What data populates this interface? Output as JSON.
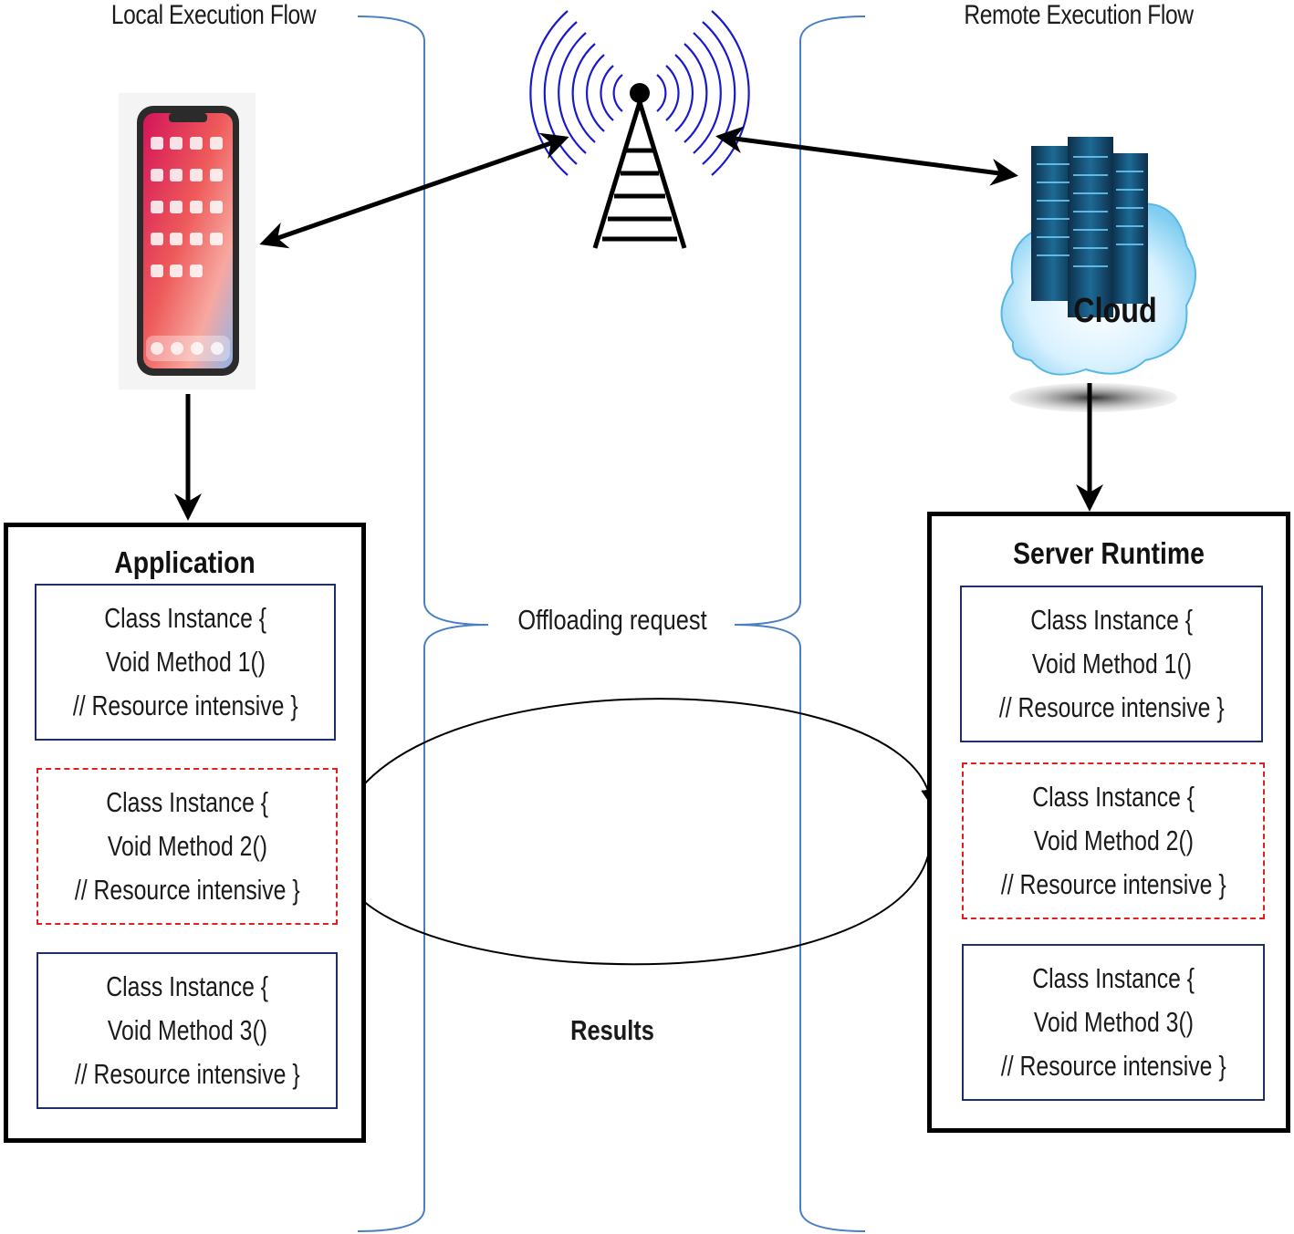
{
  "headers": {
    "local": "Local Execution Flow",
    "remote": "Remote Execution Flow"
  },
  "labels": {
    "offloading": "Offloading request",
    "results": "Results",
    "cloud": "Cloud"
  },
  "application": {
    "title": "Application",
    "cards": [
      {
        "line1": "Class Instance {",
        "line2": "Void Method 1()",
        "line3": "// Resource intensive }",
        "style": "solid"
      },
      {
        "line1": "Class Instance {",
        "line2": "Void Method 2()",
        "line3": "// Resource intensive }",
        "style": "dashed"
      },
      {
        "line1": "Class Instance {",
        "line2": "Void Method 3()",
        "line3": "// Resource intensive }",
        "style": "solid"
      }
    ]
  },
  "server": {
    "title": "Server Runtime",
    "cards": [
      {
        "line1": "Class Instance {",
        "line2": "Void Method 1()",
        "line3": "// Resource intensive }",
        "style": "solid"
      },
      {
        "line1": "Class Instance {",
        "line2": "Void Method 2()",
        "line3": "// Resource intensive }",
        "style": "dashed"
      },
      {
        "line1": "Class Instance {",
        "line2": "Void Method 3()",
        "line3": "// Resource intensive }",
        "style": "solid"
      }
    ]
  },
  "icons": {
    "phone": "smartphone-icon",
    "tower": "antenna-tower-icon",
    "cloud": "cloud-server-icon"
  },
  "colors": {
    "divider": "#4a7fc1",
    "card_border": "#1f2f6a",
    "dashed_border": "#e02020",
    "tower_waves": "#1a1acc"
  }
}
